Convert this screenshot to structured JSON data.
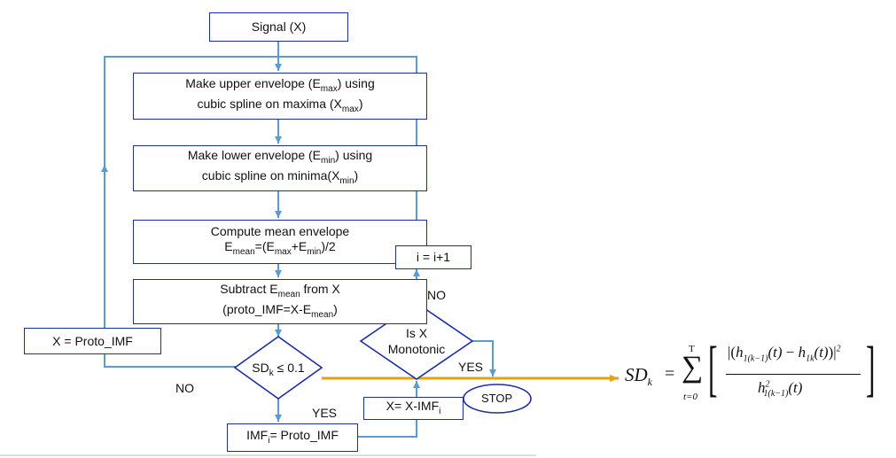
{
  "nodes": {
    "signal": {
      "text": "Signal (X)"
    },
    "upper_env": {
      "line1_a": "Make upper envelope (E",
      "line1_sub": "max",
      "line1_b": ") using",
      "line2_a": "cubic spline on maxima (X",
      "line2_sub": "max",
      "line2_b": ")"
    },
    "lower_env": {
      "line1_a": "Make lower envelope (E",
      "line1_sub": "min",
      "line1_b": ") using",
      "line2_a": "cubic spline on minima(X",
      "line2_sub": "min",
      "line2_b": ")"
    },
    "mean_env": {
      "line1": "Compute mean envelope",
      "line2_a": "E",
      "line2_sub1": "mean",
      "line2_b": "=(E",
      "line2_sub2": "max",
      "line2_c": "+E",
      "line2_sub3": "min",
      "line2_d": ")/2"
    },
    "subtract": {
      "line1_a": "Subtract E",
      "line1_sub": "mean",
      "line1_b": " from X",
      "line2_a": "(proto_IMF=X-E",
      "line2_sub": "mean",
      "line2_b": ")"
    },
    "proto": {
      "text": "X = Proto_IMF"
    },
    "sd_check": {
      "a": "SD",
      "sub": "k",
      "b": " ≤ 0.1"
    },
    "imf": {
      "a": "IMF",
      "sub": "i",
      "b": "= Proto_IMF"
    },
    "x_update": {
      "a": "X= X-IMF",
      "sub": "i"
    },
    "monotonic": {
      "line1": "Is X",
      "line2": "Monotonic"
    },
    "increment": {
      "text": "i = i+1"
    },
    "stop": {
      "text": "STOP"
    }
  },
  "labels": {
    "no_left": "NO",
    "yes_bottom": "YES",
    "no_right": "NO",
    "yes_right": "YES"
  },
  "formula": {
    "lhs": "SD",
    "lhs_sub": "k",
    "eq": "=",
    "sum_upper": "T",
    "sum_lower": "t=0",
    "h": "h",
    "sub_k1": "1(k−1)",
    "sub_k": "1k",
    "t": "(t)",
    "sq": "2"
  },
  "colors": {
    "box_border": "#1c2ea6",
    "connector": "#5b9bd5",
    "highlight_arrow": "#e3a20f"
  }
}
